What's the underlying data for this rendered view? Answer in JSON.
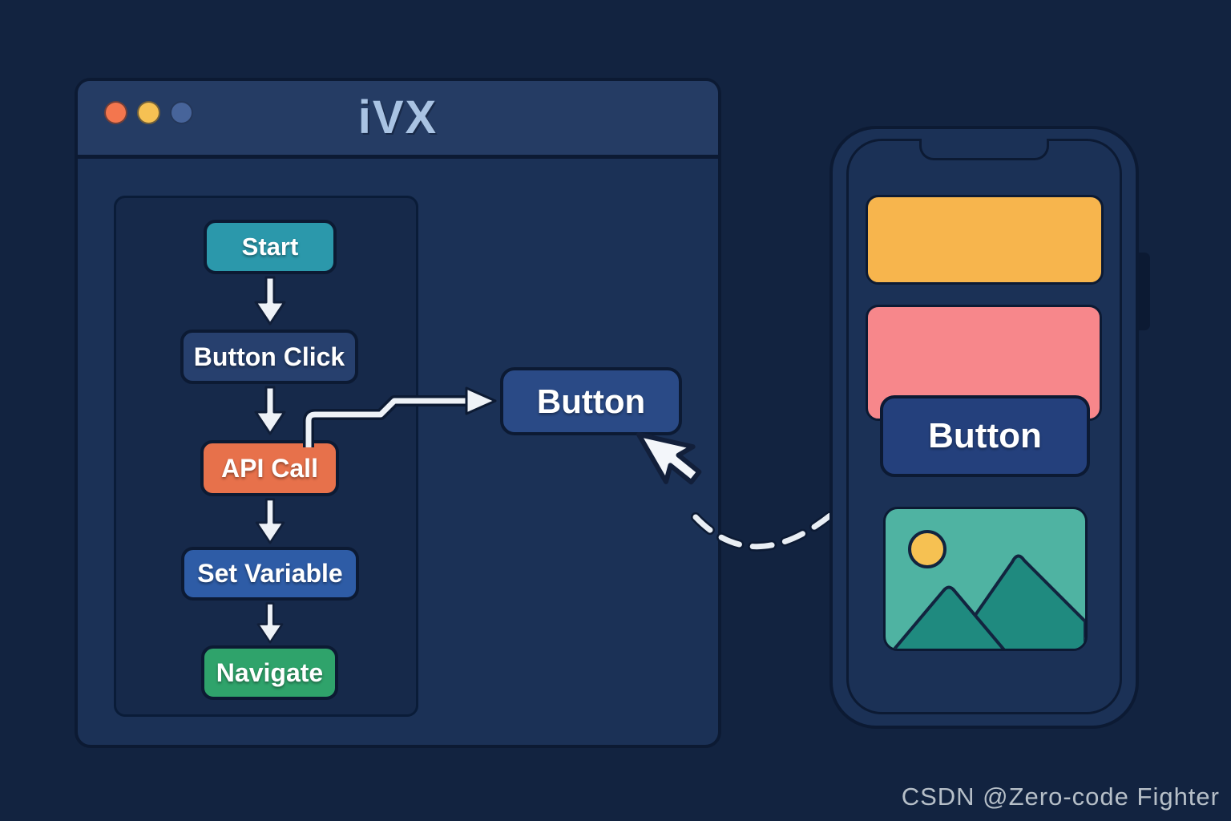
{
  "window": {
    "title": "iVX",
    "controls": {
      "close_color": "#f3764e",
      "minimize_color": "#f6c153",
      "maximize_color": "#47649a"
    }
  },
  "flowchart": {
    "nodes": [
      {
        "id": "start",
        "label": "Start",
        "color": "#2b98ab"
      },
      {
        "id": "button-click",
        "label": "Button Click",
        "color": "#27406e"
      },
      {
        "id": "api-call",
        "label": "API Call",
        "color": "#e7714b"
      },
      {
        "id": "set-variable",
        "label": "Set Variable",
        "color": "#2e5ca6"
      },
      {
        "id": "navigate",
        "label": "Navigate",
        "color": "#2fa36b"
      }
    ],
    "connections": "Start -> Button Click -> API Call -> Set Variable -> Navigate; API Call -> Button"
  },
  "canvas": {
    "button_label": "Button",
    "button_color": "#2a4a86"
  },
  "phone": {
    "button_label": "Button",
    "blocks": [
      {
        "type": "header-block",
        "color": "#f7b54d"
      },
      {
        "type": "card-block",
        "color": "#f7878b"
      },
      {
        "type": "button-block",
        "color": "#24407c",
        "label": "Button"
      },
      {
        "type": "image-block",
        "color": "#4fb3a2",
        "contents": [
          "sun",
          "mountains"
        ]
      }
    ]
  },
  "watermark": "CSDN @Zero-code Fighter",
  "theme": {
    "background": "#122340",
    "window_fill": "#1b3156",
    "titlebar_fill": "#253c64",
    "panel_fill": "#16294a",
    "outline": "#0c1a33",
    "arrow_fill": "#eef2f7",
    "title_text": "#a9c3e3"
  }
}
